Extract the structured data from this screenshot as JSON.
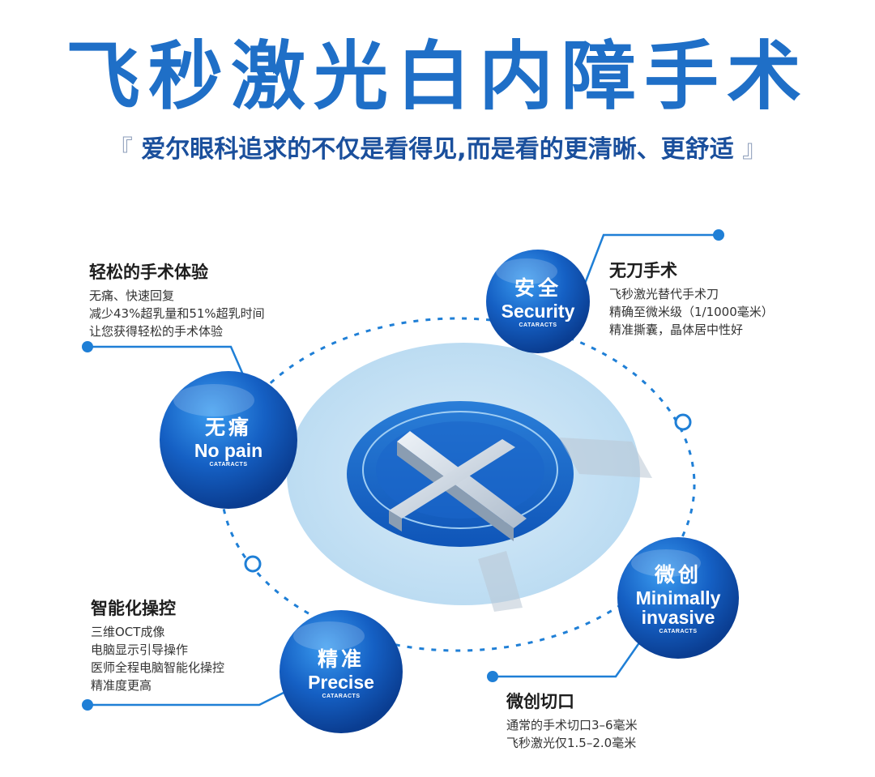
{
  "header": {
    "title": "飞秒激光白内障手术",
    "bracket_open": "『",
    "subtitle": "爱尔眼科追求的不仅是看得见,而是看的更清晰、更舒适",
    "bracket_close": "』"
  },
  "colors": {
    "primary": "#1f6fc7",
    "sphere_dark": "#0a3d91",
    "sphere_light": "#2d86e0",
    "line": "#1f7fd6",
    "halo": "#cfe6f7"
  },
  "features": {
    "security": {
      "cn": "安全",
      "en": "Security",
      "tag": "CATARACTS",
      "heading": "无刀手术",
      "lines": [
        "飞秒激光替代手术刀",
        "精确至微米级（1/1000毫米）",
        "精准撕囊，晶体居中性好"
      ]
    },
    "no_pain": {
      "cn": "无痛",
      "en": "No pain",
      "tag": "CATARACTS",
      "heading": "轻松的手术体验",
      "lines": [
        "无痛、快速回复",
        "减少43%超乳量和51%超乳时间",
        "让您获得轻松的手术体验"
      ]
    },
    "precise": {
      "cn": "精准",
      "en": "Precise",
      "tag": "CATARACTS",
      "heading": "智能化操控",
      "lines": [
        "三维OCT成像",
        "电脑显示引导操作",
        "医师全程电脑智能化操控",
        "精准度更高"
      ]
    },
    "minimally": {
      "cn": "微创",
      "en_1": "Minimally",
      "en_2": "invasive",
      "tag": "CATARACTS",
      "heading": "微创切口",
      "lines": [
        "通常的手术切口3–6毫米",
        "飞秒激光仅1.5–2.0毫米"
      ]
    }
  }
}
